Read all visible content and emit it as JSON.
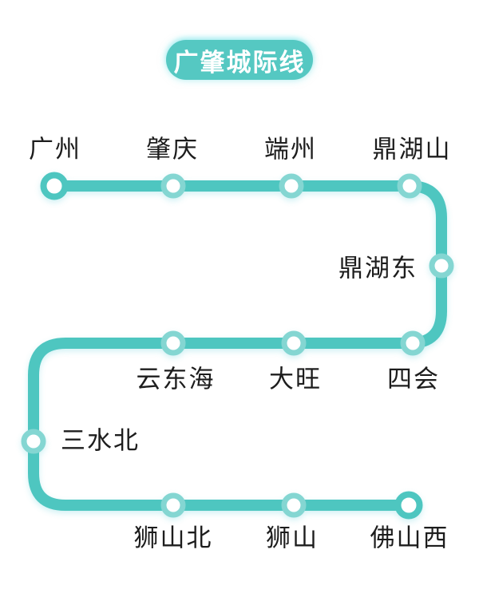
{
  "badge": {
    "label": "广肇城际线"
  },
  "colors": {
    "line": "#4ec6c0",
    "station_ring": "#84d6d2",
    "terminal_ring": "#4ec6c0",
    "station_fill": "#ffffff",
    "badge_bg": "#55c8c2",
    "badge_text": "#ffffff",
    "label_text": "#1d1d1d",
    "page_bg": "#ffffff"
  },
  "line": {
    "name": "广肇城际线",
    "station_count": 12
  },
  "stations": [
    {
      "name": "广州",
      "terminal": true
    },
    {
      "name": "肇庆",
      "terminal": false
    },
    {
      "name": "端州",
      "terminal": false
    },
    {
      "name": "鼎湖山",
      "terminal": false
    },
    {
      "name": "鼎湖东",
      "terminal": false
    },
    {
      "name": "四会",
      "terminal": false
    },
    {
      "name": "大旺",
      "terminal": false
    },
    {
      "name": "云东海",
      "terminal": false
    },
    {
      "name": "三水北",
      "terminal": false
    },
    {
      "name": "狮山北",
      "terminal": false
    },
    {
      "name": "狮山",
      "terminal": false
    },
    {
      "name": "佛山西",
      "terminal": true
    }
  ]
}
